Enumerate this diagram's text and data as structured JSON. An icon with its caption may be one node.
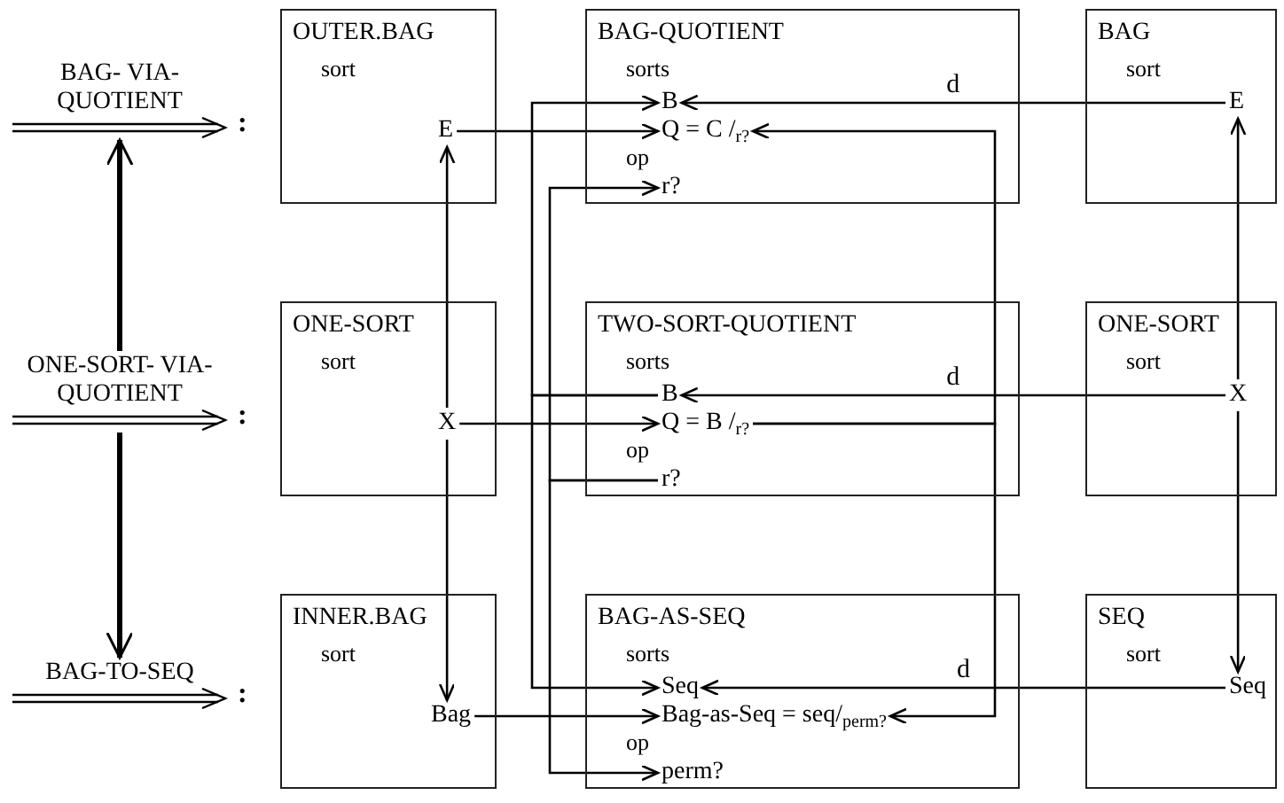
{
  "diagram": {
    "nodes": [
      {
        "text": [
          "BAG- VIA-QUOTIENT"
        ],
        "beside": [
          ":"
        ]
      },
      {
        "text": [
          "ONE-SORT- VIA-QUOTIENT"
        ],
        "beside": [
          ":"
        ]
      },
      {
        "text": [
          "BAG-TO-SEQ"
        ],
        "beside": [
          ":"
        ]
      },
      {
        "text": [
          "OUTER.BAG",
          "sort"
        ]
      },
      {
        "text": [
          "E"
        ],
        "in": 3
      },
      {
        "text": [
          "BAG-QUOTIENT",
          "sorts",
          "op"
        ]
      },
      {
        "text": [
          "B"
        ],
        "in": 5
      },
      {
        "text": [
          "Q = C /$_{r?}$"
        ],
        "in": 5
      },
      {
        "text": [
          "r?"
        ],
        "in": 5
      },
      {
        "text": [
          "BAG",
          "sort"
        ]
      },
      {
        "text": [
          "E"
        ],
        "in": 9
      },
      {
        "text": [
          "ONE-SORT",
          "sort"
        ]
      },
      {
        "text": [
          "X"
        ],
        "in": 11
      },
      {
        "text": [
          "TWO-SORT-QUOTIENT",
          "sorts",
          "op"
        ]
      },
      {
        "text": [
          "B"
        ],
        "in": 13
      },
      {
        "text": [
          "Q = B /$_{r?}$"
        ],
        "in": 13
      },
      {
        "text": [
          "r?"
        ],
        "in": 13
      },
      {
        "text": [
          "ONE-SORT",
          "sort"
        ]
      },
      {
        "text": [
          "X"
        ],
        "in": 17
      },
      {
        "text": [
          "INNER.BAG",
          "sort"
        ]
      },
      {
        "text": [
          "Bag"
        ],
        "in": 19
      },
      {
        "text": [
          "BAG-AS-SEQ",
          "sorts",
          "op"
        ]
      },
      {
        "text": [
          "Seq"
        ],
        "in": 21
      },
      {
        "text": [
          "Bag-as-Seq = seq/$_{perm?}$"
        ],
        "in": 21
      },
      {
        "text": [
          "perm?"
        ],
        "in": 21
      },
      {
        "text": [
          "SEQ",
          "sort"
        ]
      },
      {
        "text": [
          "Seq"
        ],
        "in": 25
      }
    ],
    "edges": [
      {
        "from": 1,
        "to": 0,
        "arrow": "to",
        "style": "thick"
      },
      {
        "from": 1,
        "to": 2,
        "arrow": "to",
        "style": "thick"
      },
      {
        "from": 4,
        "to": 7,
        "arrow": "to"
      },
      {
        "from": 10,
        "to": 6,
        "arrow": "to",
        "label": "d"
      },
      {
        "from": 12,
        "to": 4,
        "arrow": "to"
      },
      {
        "from": 12,
        "to": 20,
        "arrow": "to"
      },
      {
        "from": 12,
        "to": 15,
        "arrow": "to"
      },
      {
        "from": 18,
        "to": 14,
        "arrow": "to",
        "label": "d"
      },
      {
        "from": 18,
        "to": 10,
        "arrow": "to"
      },
      {
        "from": 18,
        "to": 26,
        "arrow": "to"
      },
      {
        "from": 20,
        "to": 23,
        "arrow": "to"
      },
      {
        "from": 26,
        "to": 22,
        "arrow": "to",
        "label": "d"
      },
      {
        "from": 14,
        "to": 6,
        "arrow": "to"
      },
      {
        "from": 14,
        "to": 22,
        "arrow": "to"
      },
      {
        "from": 15,
        "to": 7,
        "arrow": "to"
      },
      {
        "from": 15,
        "to": 23,
        "arrow": "to"
      },
      {
        "from": 16,
        "to": 8,
        "arrow": "to"
      },
      {
        "from": 16,
        "to": 24,
        "arrow": "to"
      }
    ]
  }
}
